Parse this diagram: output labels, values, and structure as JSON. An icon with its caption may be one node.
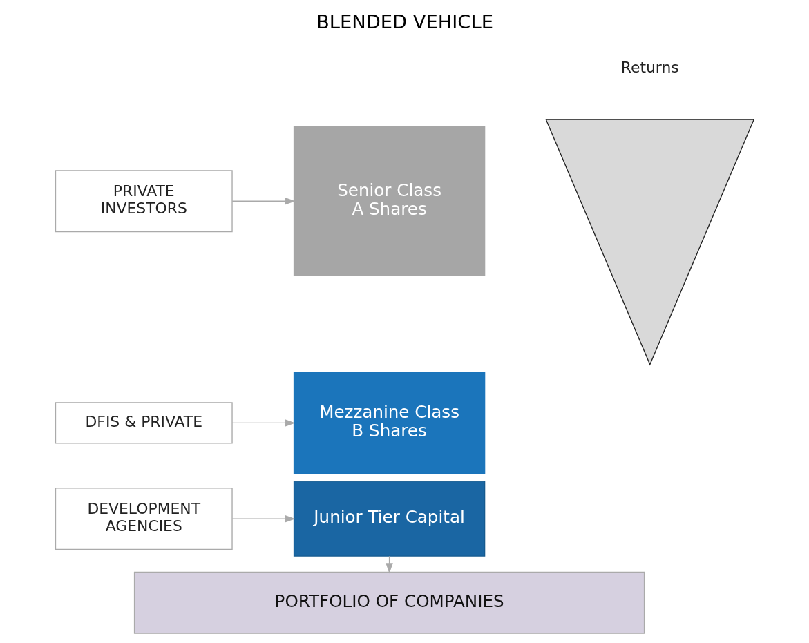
{
  "diagram": {
    "title": "BLENDED VEHICLE",
    "nodes": [
      {
        "text": [
          "PRIVATE INVESTORS"
        ]
      },
      {
        "text": [
          "DFIS & PRIVATE"
        ]
      },
      {
        "text": [
          "DEVELOPMENT AGENCIES"
        ]
      },
      {
        "text": [
          "Senior Class A Shares"
        ]
      },
      {
        "text": [
          "Mezzanine Class B Shares"
        ]
      },
      {
        "text": [
          "Junior Tier Capital"
        ]
      },
      {
        "text": [
          "Returns"
        ]
      },
      {
        "text": [
          "PORTFOLIO OF COMPANIES"
        ]
      }
    ],
    "edges": [
      {
        "from": 0,
        "to": 3,
        "arrow": "to"
      },
      {
        "from": 1,
        "to": 4,
        "arrow": "to"
      },
      {
        "from": 2,
        "to": 5,
        "arrow": "to"
      },
      {
        "from": 5,
        "to": 7,
        "arrow": "to"
      }
    ]
  }
}
